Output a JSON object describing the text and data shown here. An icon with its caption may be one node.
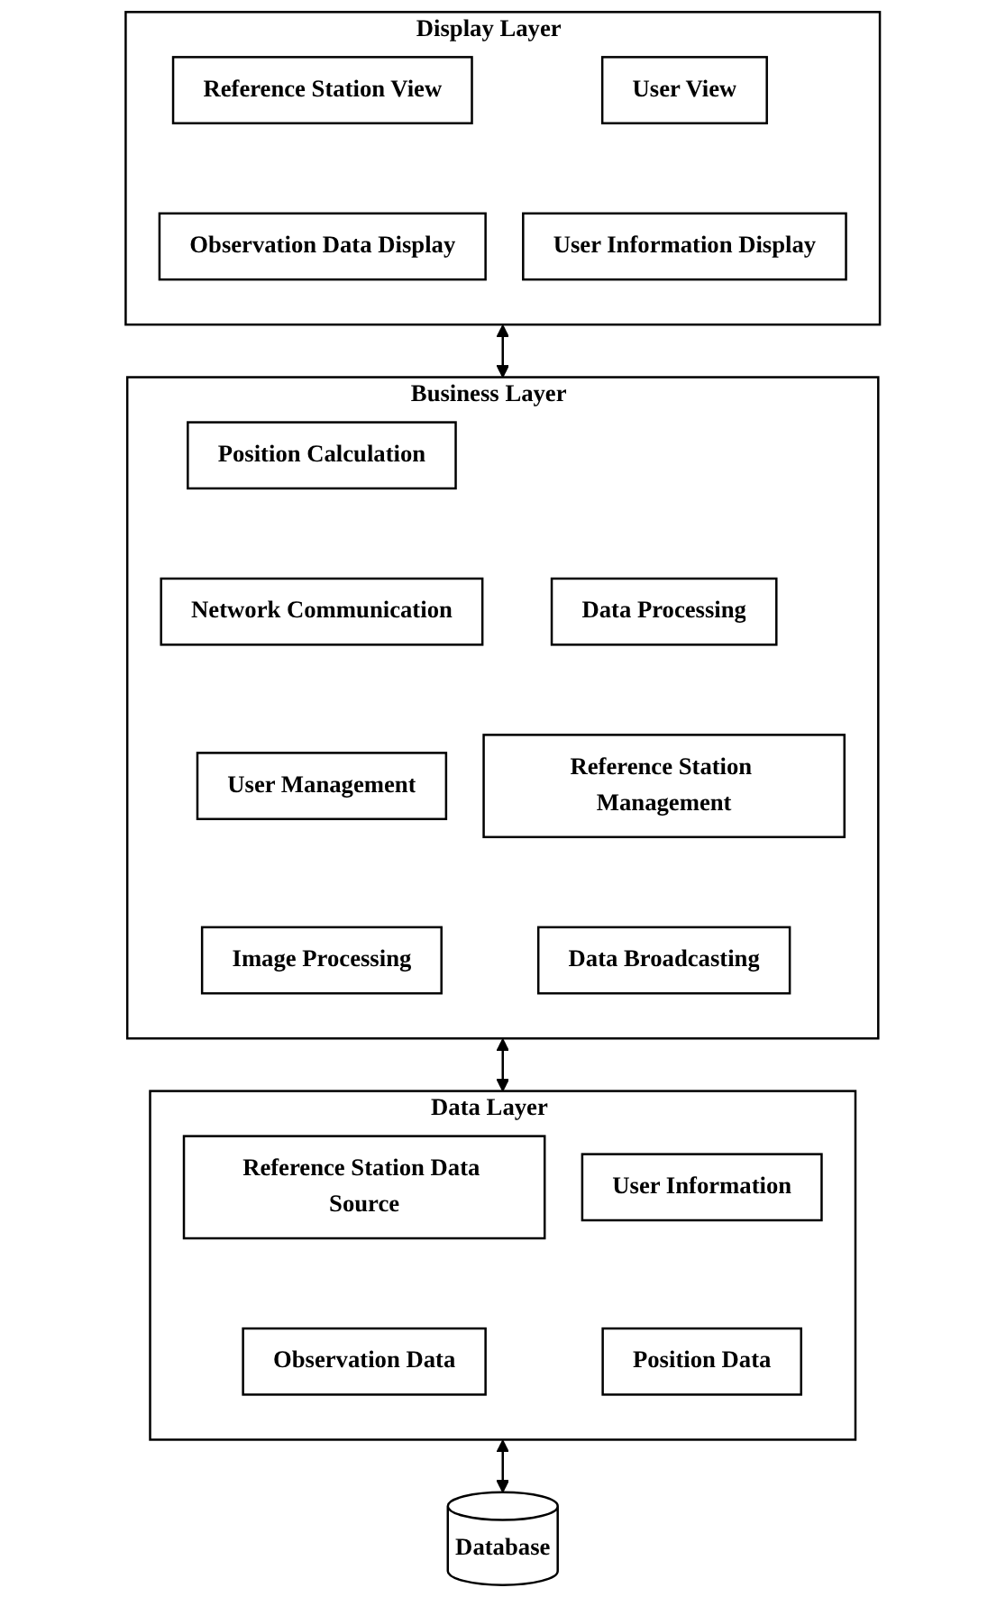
{
  "diagram": {
    "nodes": [
      {
        "text": [
          "Display Layer"
        ]
      },
      {
        "text": [
          "Reference Station View"
        ],
        "in": 0
      },
      {
        "text": [
          "User View"
        ],
        "in": 0
      },
      {
        "text": [
          "Observation Data Display"
        ],
        "in": 0
      },
      {
        "text": [
          "User Information Display"
        ],
        "in": 0
      },
      {
        "text": [
          "Business Layer"
        ]
      },
      {
        "text": [
          "Position Calculation"
        ],
        "in": 5
      },
      {
        "text": [
          "Data Processing"
        ],
        "in": 5
      },
      {
        "text": [
          "Network Communication"
        ],
        "in": 5
      },
      {
        "text": [
          "Reference Station Management"
        ],
        "in": 5
      },
      {
        "text": [
          "User Management"
        ],
        "in": 5
      },
      {
        "text": [
          "Data Broadcasting"
        ],
        "in": 5
      },
      {
        "text": [
          "Image Processing"
        ],
        "in": 5
      },
      {
        "text": [
          "Data Layer"
        ]
      },
      {
        "text": [
          "Reference Station Data Source"
        ],
        "in": 13
      },
      {
        "text": [
          "User Information"
        ],
        "in": 13
      },
      {
        "text": [
          "Observation Data"
        ],
        "in": 13
      },
      {
        "text": [
          "Position Data"
        ],
        "in": 13
      },
      {
        "text": [
          "Database"
        ]
      }
    ],
    "edges": [
      {
        "from": 0,
        "to": 5,
        "arrow": "both"
      },
      {
        "from": 5,
        "to": 13,
        "arrow": "both"
      },
      {
        "from": 13,
        "to": 18,
        "arrow": "both"
      }
    ]
  }
}
